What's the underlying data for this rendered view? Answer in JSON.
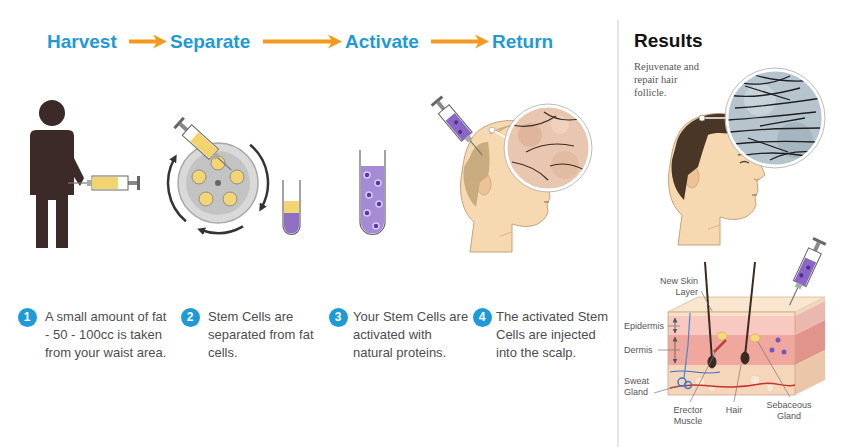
{
  "diagram": {
    "nodes": [
      {
        "text": [
          "Harvest"
        ]
      },
      {
        "text": [
          "Separate"
        ]
      },
      {
        "text": [
          "Activate"
        ]
      },
      {
        "text": [
          "Return"
        ]
      },
      {
        "text": [
          "1"
        ]
      },
      {
        "text": [
          "2"
        ]
      },
      {
        "text": [
          "3"
        ]
      },
      {
        "text": [
          "4"
        ]
      }
    ],
    "edges": [
      {
        "from": 0,
        "to": 1,
        "arrow": "to"
      },
      {
        "from": 1,
        "to": 2,
        "arrow": "to"
      },
      {
        "from": 2,
        "to": 3,
        "arrow": "to"
      }
    ],
    "labels": [
      "A small amount of fat - 50 - 100cc is taken from your waist area.",
      "Stem Cells are separated from fat cells.",
      "Your Stem Cells are activated with natural proteins.",
      "The activated Stem Cells are injected into the scalp.",
      "Results",
      "Rejuvenate and repair hair follicle.",
      "New Skin Layer",
      "Epidermis",
      "Dermis",
      "Sweat Gland",
      "Erector Muscle",
      "Hair",
      "Sebaceous Gland"
    ]
  }
}
